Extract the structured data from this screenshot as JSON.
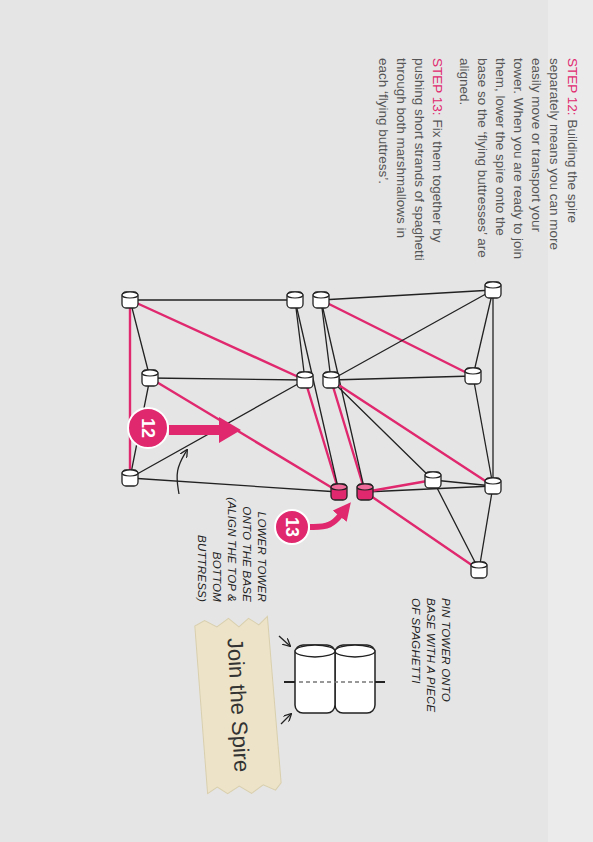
{
  "diagram": {
    "title": "Join the Spire",
    "labels": [
      "STEP 12:",
      "Building the spire separately means you can more easily move or transport your tower. When you are ready to join them, lower the spire onto the base so the ‘flying buttresses’ are aligned.",
      "STEP 13:",
      "Fix them together by pushing short strands of spaghetti through both marshmallows in each ‘flying buttress’.",
      "12",
      "LOWER TOWER ONTO THE BASE (ALIGN THE TOP & BOTTOM BUTTRESS)",
      "13",
      "PIN TOWER ONTO BASE WITH A PIECE OF SPAGHETTI"
    ]
  }
}
